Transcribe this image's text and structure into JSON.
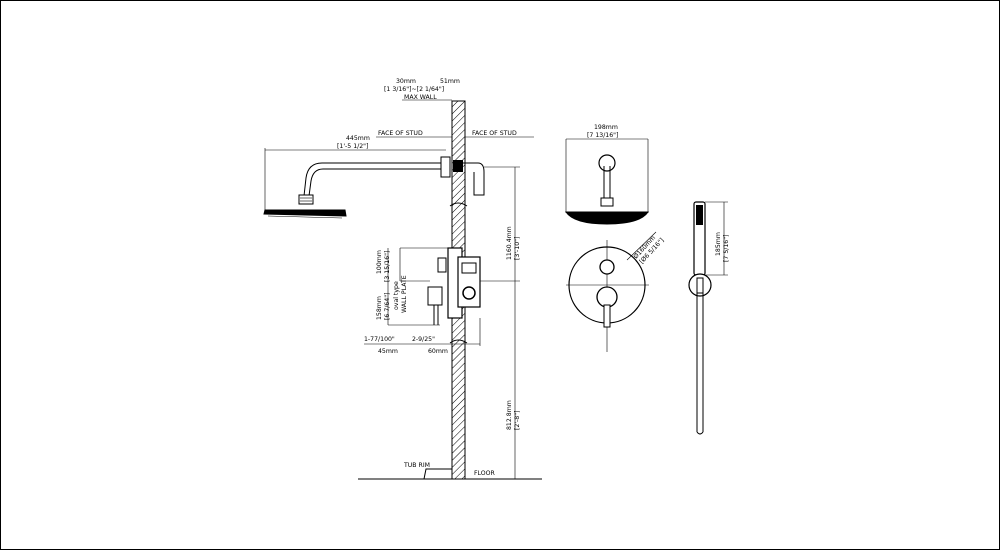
{
  "labels": {
    "max_wall_a_mm": "30mm",
    "max_wall_b_mm": "51mm",
    "max_wall_in": "[1 3/16\"]~[2 1/64\"]",
    "max_wall": "MAX WALL",
    "face_of_stud_left": "FACE OF STUD",
    "face_of_stud_right": "FACE OF STUD",
    "arm_mm": "445mm",
    "arm_in": "[1'-5 1/2\"]",
    "height_mm": "1160.4mm",
    "height_in": "[3'-10\"]",
    "valve_100_mm": "100mm",
    "valve_100_in": "[3 15/16\"]",
    "valve_158_mm": "158mm",
    "valve_158_in": "[6 7/64\"]",
    "cover_type_1": "oval type",
    "cover_type_2": "WALL PLATE",
    "depth_left_in": "1-77/100\"",
    "depth_right_in": "2-9/25\"",
    "depth_left_mm": "45mm",
    "depth_right_mm": "60mm",
    "rim_mm": "812.8mm",
    "rim_in": "[2'-8\"]",
    "tub_rim": "TUB RIM",
    "floor": "FLOOR",
    "head_mm": "198mm",
    "head_in": "[7 13/16\"]",
    "plate_mm": "Ø160mm",
    "plate_in": "[Ø6 5/16\"]",
    "hand_mm": "185mm",
    "hand_in": "[7 5/16\"]"
  }
}
